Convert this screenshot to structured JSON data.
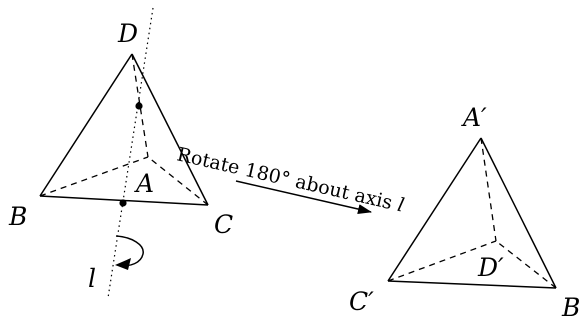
{
  "figure": {
    "caption_text": "Rotate 180° about axis ",
    "caption_axis": "l",
    "axis_label": "l",
    "left_vertices": {
      "top": "D",
      "bottom_left": "B",
      "bottom_right": "C",
      "center": "A"
    },
    "right_vertices": {
      "top": "A′",
      "bottom_left": "C′",
      "bottom_right": "B",
      "center": "D′"
    }
  }
}
